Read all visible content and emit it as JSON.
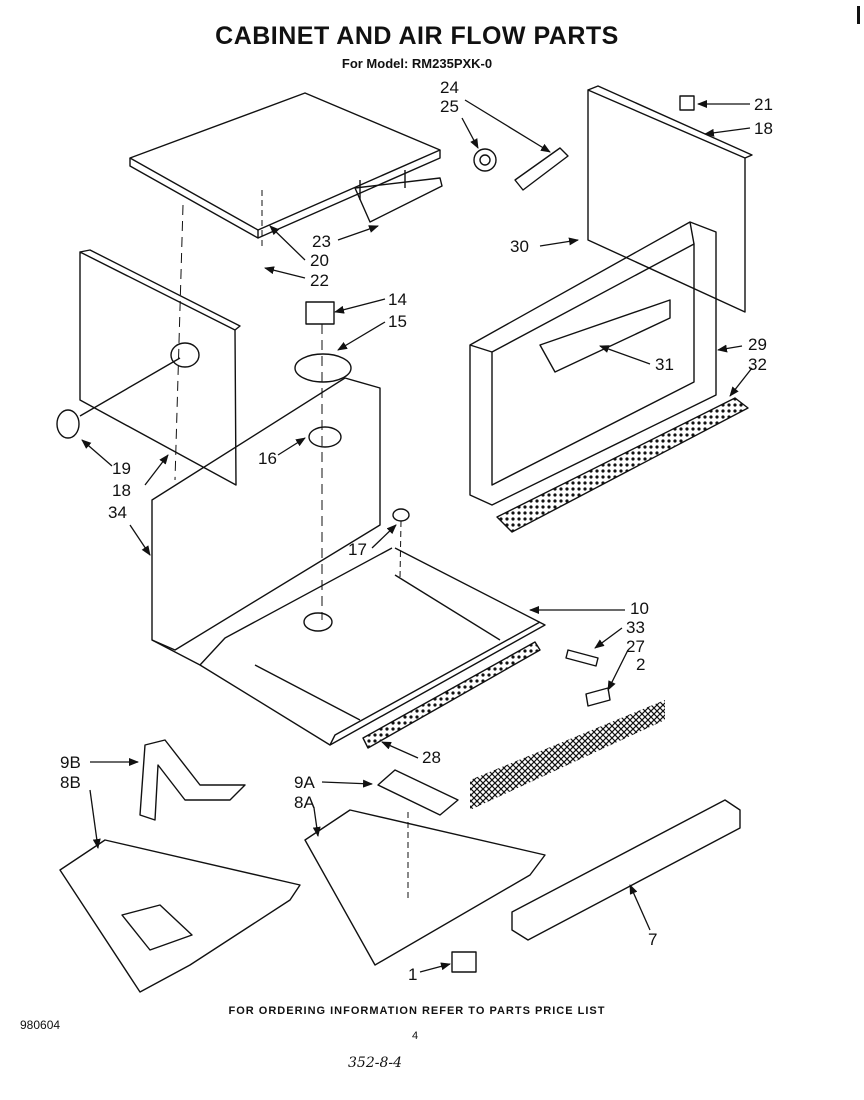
{
  "header": {
    "title": "CABINET AND AIR FLOW PARTS",
    "model_line": "For Model: RM235PXK-0"
  },
  "footer": {
    "ordering_note": "FOR ORDERING INFORMATION REFER TO PARTS PRICE LIST",
    "doc_number": "980604",
    "page_number": "4",
    "handwritten_code": "352-8-4"
  },
  "callouts": {
    "p24": "24",
    "p25": "25",
    "p21": "21",
    "p18a": "18",
    "p23": "23",
    "p20": "20",
    "p22": "22",
    "p30": "30",
    "p14": "14",
    "p15": "15",
    "p29": "29",
    "p32": "32",
    "p31": "31",
    "p19": "19",
    "p18b": "18",
    "p16": "16",
    "p34": "34",
    "p17": "17",
    "p10": "10",
    "p33": "33",
    "p27": "27",
    "p2": "2",
    "p28": "28",
    "p9b": "9B",
    "p8b": "8B",
    "p9a": "9A",
    "p8a": "8A",
    "p7": "7",
    "p1": "1"
  }
}
